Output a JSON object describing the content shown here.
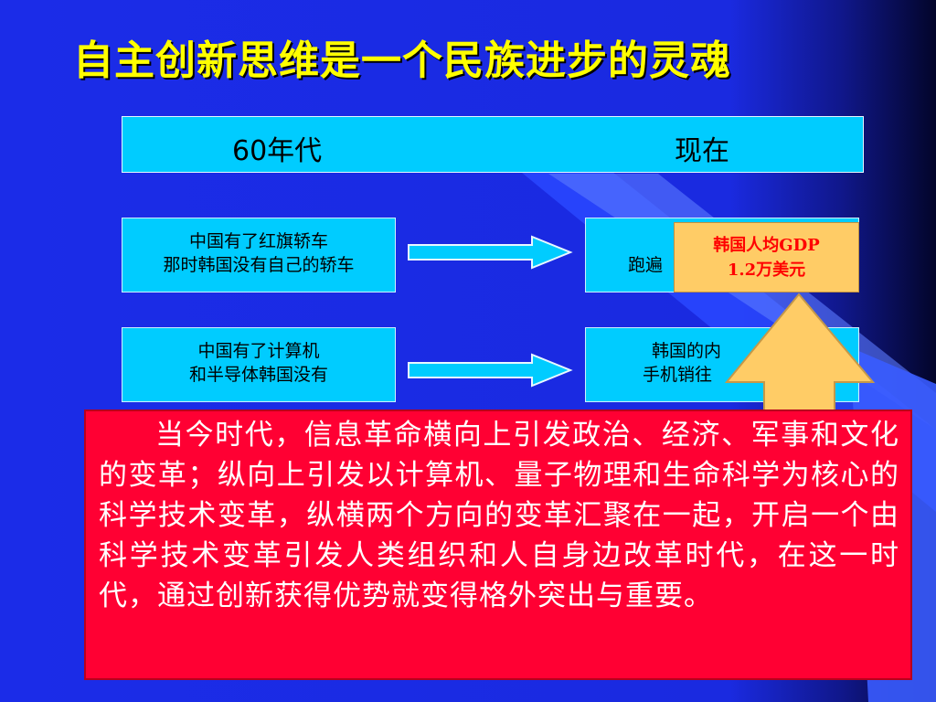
{
  "title": "自主创新思维是一个民族进步的灵魂",
  "header": {
    "left": "60年代",
    "right": "现在"
  },
  "left_boxes": [
    {
      "line1": "中国有了红旗轿车",
      "line2": "那时韩国没有自己的轿车"
    },
    {
      "line1": "中国有了计算机",
      "line2": "和半导体韩国没有"
    }
  ],
  "right_boxes": [
    {
      "line1": "韩",
      "line2": "跑遍"
    },
    {
      "line1": "韩国的内",
      "line2": "手机销往"
    }
  ],
  "gdp_callout": {
    "line1": "韩国人均GDP",
    "line2": "1.2万美元"
  },
  "paragraph": "当今时代，信息革命横向上引发政治、经济、军事和文化的变革；纵向上引发以计算机、量子物理和生命科学为核心的科学技术变革，纵横两个方向的变革汇聚在一起，开启一个由科学技术变革引发人类组织和人自身边改革时代，在这一时代，通过创新获得优势就变得格外突出与重要。",
  "colors": {
    "background": "#1b2ce8",
    "title": "#ffff00",
    "cyan_box": "#00ccff",
    "callout": "#ffcc66",
    "callout_text": "#ff0000",
    "red_box": "#ff0033"
  }
}
